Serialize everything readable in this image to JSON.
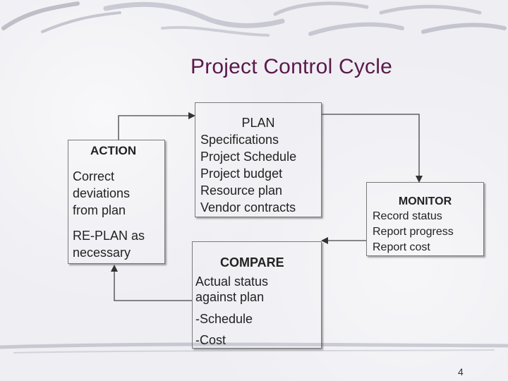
{
  "title": "Project Control Cycle",
  "action": {
    "heading": "ACTION",
    "lines": [
      "Correct",
      "deviations",
      "from plan"
    ],
    "replan_lines": [
      "RE-PLAN as",
      "necessary"
    ]
  },
  "plan": {
    "heading": "PLAN",
    "items": [
      "Specifications",
      "Project Schedule",
      "Project budget",
      "Resource plan",
      "Vendor contracts"
    ]
  },
  "monitor": {
    "heading": "MONITOR",
    "items": [
      "Record status",
      "Report progress",
      "Report cost"
    ]
  },
  "compare": {
    "heading": "COMPARE",
    "lines": [
      "Actual status",
      "against plan"
    ],
    "items": [
      "-Schedule",
      "-Cost"
    ]
  },
  "page_number": "4",
  "colors": {
    "title": "#5a1a4a",
    "box_border": "#7a7a7a",
    "text": "#222222"
  }
}
